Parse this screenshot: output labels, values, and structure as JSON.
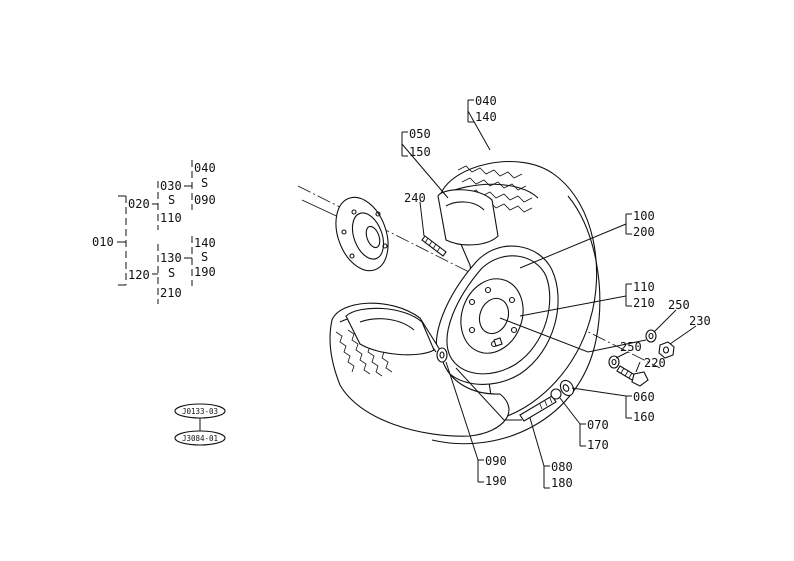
{
  "tree": {
    "root": "010",
    "n020": "020",
    "n030": "030",
    "n040": "040",
    "n090": "090",
    "n110": "110",
    "n120": "120",
    "n130": "130",
    "n140": "140",
    "n190": "190",
    "n210": "210",
    "tilde": "S"
  },
  "stamps": {
    "top": "J0133-03",
    "bottom": "J3084-01"
  },
  "callouts": {
    "c040": "040",
    "c140": "140",
    "c050": "050",
    "c150": "150",
    "c240": "240",
    "c100": "100",
    "c200": "200",
    "c110": "110",
    "c210": "210",
    "c250a": "250",
    "c230": "230",
    "c250b": "250",
    "c220": "220",
    "c060": "060",
    "c160": "160",
    "c070": "070",
    "c170": "170",
    "c090": "090",
    "c190": "190",
    "c080": "080",
    "c180": "180"
  }
}
